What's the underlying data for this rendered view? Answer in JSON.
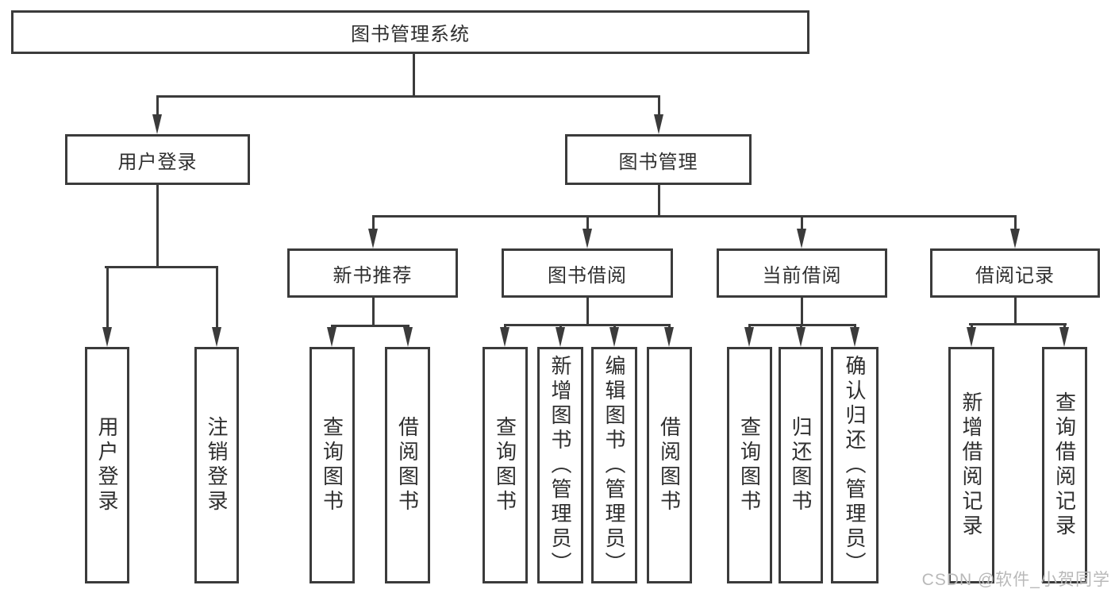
{
  "colors": {
    "line": "#3b3b3b",
    "text": "#2f2f2f",
    "background": "#ffffff",
    "watermark_color": "#b9b9b9"
  },
  "nodes": {
    "root": "图书管理系统",
    "level2": [
      "用户登录",
      "图书管理"
    ],
    "level3": [
      "新书推荐",
      "图书借阅",
      "当前借阅",
      "借阅记录"
    ],
    "leaves": {
      "user_login": [
        "用户登录",
        "注销登录"
      ],
      "new_book_recommend": [
        "查询图书",
        "借阅图书"
      ],
      "book_borrow": [
        "查询图书",
        "新增图书（管理员）",
        "编辑图书（管理员）",
        "借阅图书"
      ],
      "current_borrow": [
        "查询图书",
        "归还图书",
        "确认归还（管理员）"
      ],
      "borrow_records": [
        "新增借阅记录",
        "查询借阅记录"
      ]
    }
  },
  "watermark": "CSDN @软件_小贺同学"
}
